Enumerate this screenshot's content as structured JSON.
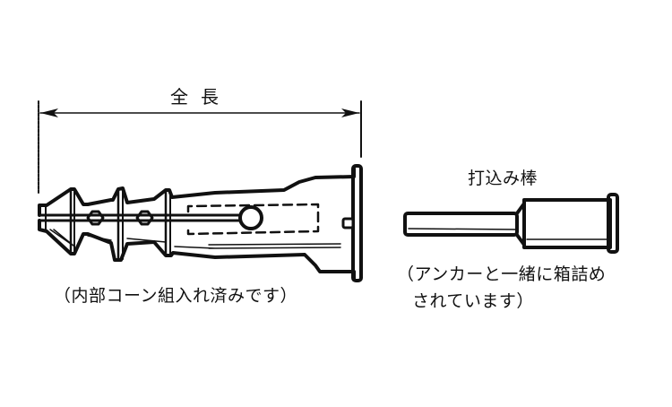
{
  "diagram": {
    "subject": "plastic wall anchor with setting pin",
    "ink_color": "#111111",
    "background_color": "#ffffff"
  },
  "anchor": {
    "dimension_label": "全長",
    "caption": "（内部コーン組入れ済みです）"
  },
  "setting_pin": {
    "label": "打込み棒",
    "caption_line1": "（アンカーと一緒に箱詰め",
    "caption_line2": "されています）"
  }
}
